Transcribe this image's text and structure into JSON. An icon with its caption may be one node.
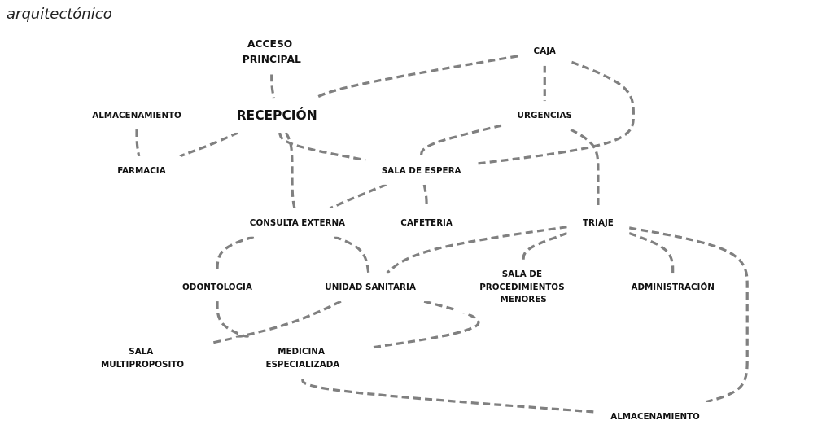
{
  "diagram": {
    "nodes": [
      {
        "text": [
          "ACCESO PRINCIPAL"
        ]
      },
      {
        "text": [
          "ALMACENAMIENTO"
        ]
      },
      {
        "text": [
          "CAJA"
        ]
      },
      {
        "text": [
          "RECEPCIÓN"
        ]
      },
      {
        "text": [
          "FARMACIA"
        ]
      },
      {
        "text": [
          "URGENCIAS"
        ]
      },
      {
        "text": [
          "SALA DE ESPERA"
        ]
      },
      {
        "text": [
          "CONSULTA EXTERNA"
        ]
      },
      {
        "text": [
          "ODONTOLOGIA"
        ]
      },
      {
        "text": [
          "TRIAJE"
        ]
      },
      {
        "text": [
          "UNIDAD SANITARIA"
        ]
      },
      {
        "text": [
          "SALA DE PROCEDIMIENTOS MENORES"
        ]
      },
      {
        "text": [
          "CAFETERIA"
        ]
      },
      {
        "text": [
          "SALA MULTIPROPOSITO"
        ]
      },
      {
        "text": [
          "MEDICINA ESPECIALIZADA"
        ]
      },
      {
        "text": [
          "ADMINISTRACIÓN"
        ]
      },
      {
        "text": [
          "ALMACENAMIENTO"
        ]
      }
    ],
    "edges": [
      {
        "from": 0,
        "to": 3,
        "arrow": "none",
        "style": "dashed"
      },
      {
        "from": 2,
        "to": 3,
        "arrow": "none",
        "style": "dashed"
      },
      {
        "from": 3,
        "to": 4,
        "arrow": "none",
        "style": "dashed"
      },
      {
        "from": 1,
        "to": 4,
        "arrow": "none",
        "style": "dashed"
      },
      {
        "from": 5,
        "to": 6,
        "arrow": "none",
        "style": "dashed"
      },
      {
        "from": 2,
        "to": 5,
        "arrow": "none",
        "style": "dashed"
      },
      {
        "from": 2,
        "to": 6,
        "arrow": "none",
        "style": "dashed"
      },
      {
        "from": 6,
        "to": 7,
        "arrow": "none",
        "style": "dashed"
      },
      {
        "from": 3,
        "to": 6,
        "arrow": "none",
        "style": "dashed"
      },
      {
        "from": 3,
        "to": 7,
        "arrow": "none",
        "style": "dashed"
      },
      {
        "from": 7,
        "to": 8,
        "arrow": "none",
        "style": "dashed"
      },
      {
        "from": 5,
        "to": 9,
        "arrow": "none",
        "style": "dashed"
      },
      {
        "from": 9,
        "to": 10,
        "arrow": "none",
        "style": "dashed"
      },
      {
        "from": 9,
        "to": 11,
        "arrow": "none",
        "style": "dashed"
      },
      {
        "from": 6,
        "to": 12,
        "arrow": "none",
        "style": "dashed"
      },
      {
        "from": 9,
        "to": 15,
        "arrow": "none",
        "style": "dashed"
      },
      {
        "from": 7,
        "to": 10,
        "arrow": "none",
        "style": "dashed"
      },
      {
        "from": 10,
        "to": 13,
        "arrow": "none",
        "style": "dashed"
      },
      {
        "from": 8,
        "to": 14,
        "arrow": "none",
        "style": "dashed"
      },
      {
        "from": 10,
        "to": 14,
        "arrow": "none",
        "style": "dashed"
      },
      {
        "from": 14,
        "to": 16,
        "arrow": "none",
        "style": "dashed"
      },
      {
        "from": 9,
        "to": 16,
        "arrow": "none",
        "style": "dashed"
      }
    ],
    "labels": [
      "arquitectónico"
    ]
  }
}
